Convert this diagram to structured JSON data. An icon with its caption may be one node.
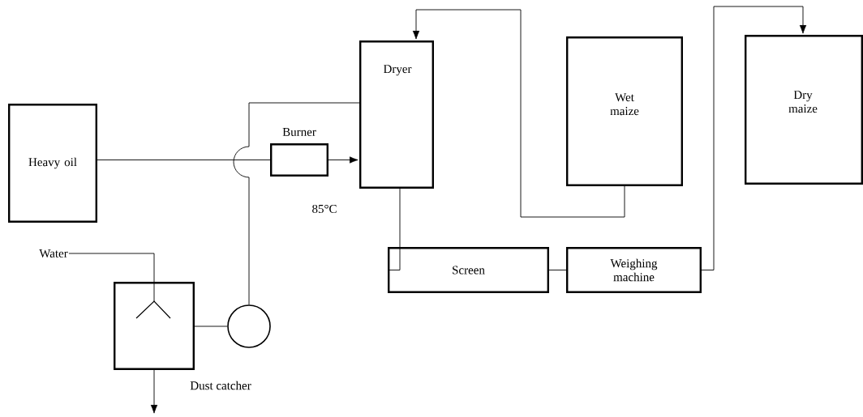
{
  "diagram": {
    "nodes": [
      {
        "text": [
          "Heavy oil"
        ]
      },
      {
        "text": [
          "Burner"
        ]
      },
      {
        "text": [
          "Dryer"
        ]
      },
      {
        "text": [
          "Wet maize"
        ]
      },
      {
        "text": [
          "Dry maize"
        ]
      },
      {
        "text": [
          "Screen"
        ]
      },
      {
        "text": [
          "Weighing machine"
        ]
      },
      {
        "text": [
          "Dust catcher"
        ]
      },
      {
        "text": [],
        "shape": "circle"
      },
      {
        "text": [
          "Water"
        ]
      }
    ],
    "edges": [
      {
        "from": 0,
        "to": 1,
        "arrow": "none"
      },
      {
        "from": 1,
        "to": 2,
        "arrow": "to"
      },
      {
        "from": 2,
        "to": 8,
        "arrow": "none"
      },
      {
        "from": 8,
        "to": 7,
        "arrow": "none"
      },
      {
        "from": 9,
        "to": 7,
        "arrow": "none"
      },
      {
        "from": 7,
        "to": null,
        "arrow": "to"
      },
      {
        "from": 3,
        "to": 2,
        "arrow": "to"
      },
      {
        "from": 2,
        "to": 5,
        "arrow": "none"
      },
      {
        "from": 5,
        "to": 6,
        "arrow": "none"
      },
      {
        "from": 6,
        "to": 4,
        "arrow": "to"
      }
    ],
    "labels": [
      "85°C"
    ]
  }
}
